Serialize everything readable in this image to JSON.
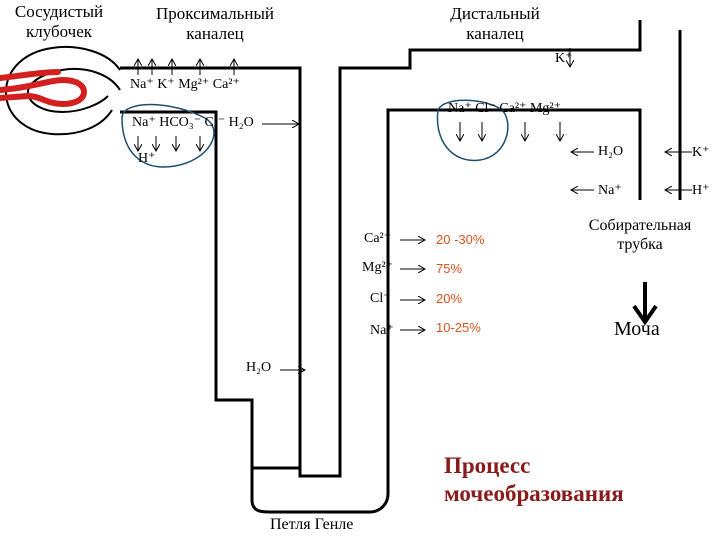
{
  "headers": {
    "glomerulus": [
      "Сосудистый",
      "клубочек"
    ],
    "proximal": [
      "Проксимальный",
      "каналец"
    ],
    "distal": [
      "Дистальный",
      "каналец"
    ],
    "collecting": [
      "Собирательная",
      "трубка"
    ]
  },
  "proximal_ions": {
    "row1": "Na⁺ K⁺ Mg²⁺ Ca²⁺",
    "row2": "Na⁺ HCO₃⁻ Cl⁻ H₂O",
    "row3": "H⁺"
  },
  "distal_ions": {
    "row1": "Na⁺ Cl⁻ Ca²⁺ Mg²⁺",
    "k_top": "K⁺"
  },
  "collecting_ions": {
    "h2o": "H₂O",
    "na": "Na⁺",
    "k": "K⁺",
    "h": "H⁺"
  },
  "loop_reabsorption": [
    {
      "ion": "Ca²⁺",
      "percent": "20 -30%"
    },
    {
      "ion": "Mg²⁺",
      "percent": "75%"
    },
    {
      "ion": "Cl⁻",
      "percent": "20%"
    },
    {
      "ion": "Na⁺",
      "percent": "10-25%"
    }
  ],
  "loop_h2o": "H₂O",
  "loop_label": "Петля Генле",
  "urine_label": "Моча",
  "title": [
    "Процесс",
    "мочеобразования"
  ],
  "colors": {
    "vessel": "#d41f1f",
    "highlight_circle": "#1f4e6e",
    "percent": "#d9531e",
    "title": "#8b1a1a",
    "line": "#000000"
  }
}
